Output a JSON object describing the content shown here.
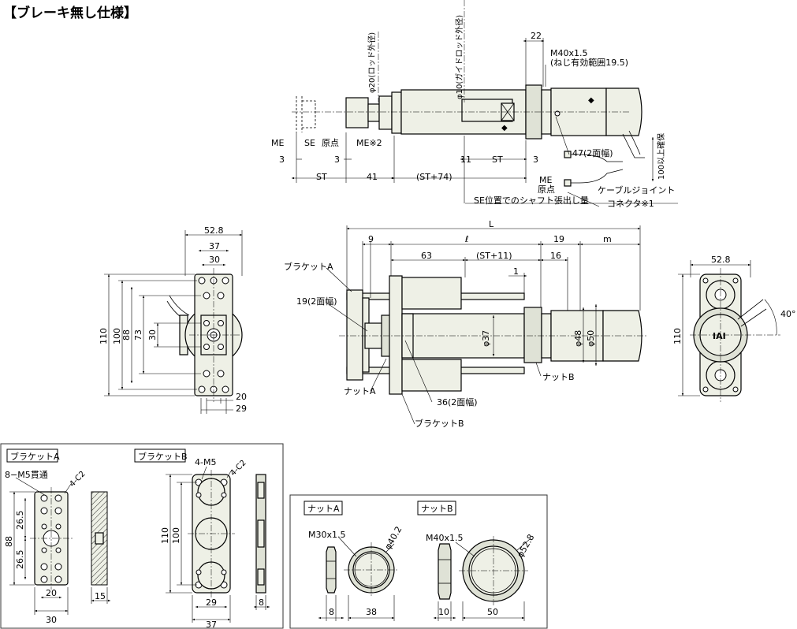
{
  "title": "【ブレーキ無し仕様】",
  "top_view": {
    "rod_dia": "φ20(ロッド外径)",
    "guide_dia": "φ10(ガイドロッド外径)",
    "d22": "22",
    "m40": "M40x1.5",
    "thread_range": "(ねじ有効範囲19.5)",
    "me": "ME",
    "se": "SE",
    "origin": "原点",
    "me2": "ME※2",
    "d3": "3",
    "st": "ST",
    "d41": "41",
    "st74": "(ST+74)",
    "d11": "11",
    "flats47": "47(2面幅)",
    "me_right": "ME",
    "origin_right": "原点",
    "se_shaft": "SE位置でのシャフト張出し量",
    "cable_joint": "ケーブルジョイント",
    "connector": "コネクタ※1",
    "min100": "100以上確保"
  },
  "front_view": {
    "w528": "52.8",
    "w37": "37",
    "w30": "30",
    "h110": "110",
    "h100": "100",
    "h88": "88",
    "h73": "73",
    "h30": "30",
    "b20": "20",
    "b29": "29"
  },
  "side_view": {
    "L": "L",
    "d9": "9",
    "ell": "ℓ",
    "d19": "19",
    "m": "m",
    "d63": "63",
    "st11": "(ST+11)",
    "d16": "16",
    "d1": "1",
    "bracket_a": "ブラケットA",
    "flats19": "19(2面幅)",
    "dia37": "φ37",
    "dia48": "φ48",
    "dia50": "φ50",
    "nut_a": "ナットA",
    "nut_b": "ナットB",
    "flats36": "36(2面幅)",
    "bracket_b": "ブラケットB"
  },
  "right_view": {
    "w528": "52.8",
    "h110": "110",
    "angle": "40°",
    "logo": "IAI"
  },
  "brackets_panel": {
    "a_label": "ブラケットA",
    "b_label": "ブラケットB",
    "a_holes": "8−M5貫通",
    "a_chamfer": "4-C2",
    "b_holes": "4-M5",
    "b_chamfer": "4-C2",
    "a_h88": "88",
    "a_265_top": "26.5",
    "a_265_bot": "26.5",
    "a_20": "20",
    "a_30": "30",
    "a_15": "15",
    "b_110": "110",
    "b_100": "100",
    "b_29": "29",
    "b_37": "37",
    "b_8": "8"
  },
  "nuts_panel": {
    "a_label": "ナットA",
    "b_label": "ナットB",
    "a_thread": "M30x1.5",
    "a_dia": "φ40.2",
    "a_8": "8",
    "a_38": "38",
    "b_thread": "M40x1.5",
    "b_dia": "φ52.8",
    "b_10": "10",
    "b_50": "50"
  }
}
